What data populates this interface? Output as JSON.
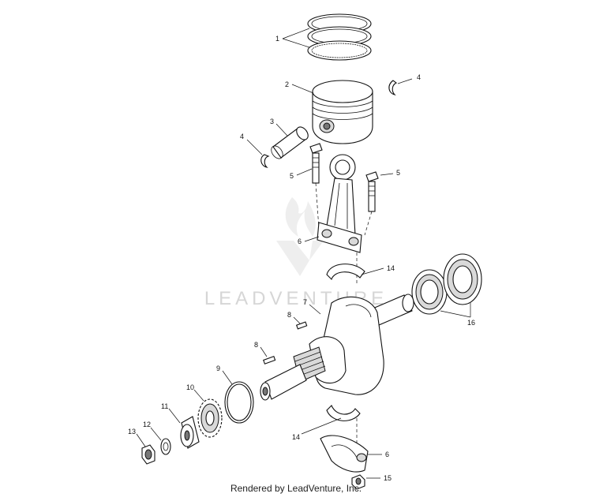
{
  "watermark": {
    "text": "LEADVENTURE"
  },
  "footer": {
    "text": "Rendered by LeadVenture, Inc."
  },
  "callouts": {
    "c1": "1",
    "c2": "2",
    "c3": "3",
    "c4a": "4",
    "c4b": "4",
    "c5a": "5",
    "c5b": "5",
    "c6a": "6",
    "c6b": "6",
    "c7": "7",
    "c8a": "8",
    "c8b": "8",
    "c9": "9",
    "c10": "10",
    "c11": "11",
    "c12": "12",
    "c13": "13",
    "c14a": "14",
    "c14b": "14",
    "c15": "15",
    "c16": "16"
  }
}
